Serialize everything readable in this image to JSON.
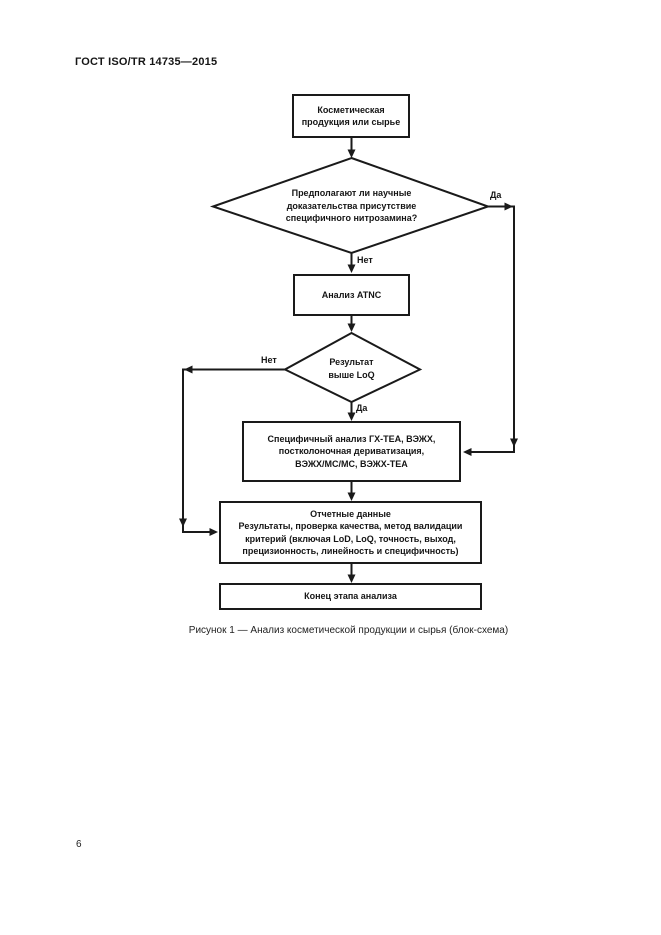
{
  "header": {
    "title": "ГОСТ ISO/TR 14735—2015"
  },
  "flowchart": {
    "type": "flowchart",
    "nodes": [
      {
        "id": "start",
        "type": "process",
        "label": "Косметическая\nпродукция или сырье"
      },
      {
        "id": "decision1",
        "type": "decision",
        "label": "Предполагают ли научные\nдоказательства присутствие\nспецифичного нитрозамина?"
      },
      {
        "id": "analysis_atnc",
        "type": "process",
        "label": "Анализ ATNC"
      },
      {
        "id": "decision2",
        "type": "decision",
        "label": "Результат\nвыше LoQ"
      },
      {
        "id": "specific_analysis",
        "type": "process",
        "label": "Специфичный анализ ГХ-ТЕА, ВЭЖХ,\nпостколоночная дериватизация,\nВЭЖХ/МС/МС, ВЭЖХ-ТЕА"
      },
      {
        "id": "report_data",
        "type": "process",
        "label": "Отчетные данные\nРезультаты, проверка качества, метод валидации\nкритерий (включая LoD, LoQ, точность, выход,\nпрецизионность, линейность и специфичность)"
      },
      {
        "id": "end",
        "type": "process",
        "label": "Конец этапа анализа"
      }
    ],
    "edges": [
      {
        "from": "start",
        "to": "decision1",
        "label": ""
      },
      {
        "from": "decision1",
        "to": "analysis_atnc",
        "label": "Нет"
      },
      {
        "from": "decision1",
        "to": "specific_analysis",
        "label": "Да"
      },
      {
        "from": "analysis_atnc",
        "to": "decision2",
        "label": ""
      },
      {
        "from": "decision2",
        "to": "specific_analysis",
        "label": "Да"
      },
      {
        "from": "decision2",
        "to": "report_data",
        "label": "Нет"
      },
      {
        "from": "specific_analysis",
        "to": "report_data",
        "label": ""
      },
      {
        "from": "report_data",
        "to": "end",
        "label": ""
      }
    ]
  },
  "caption": "Рисунок 1 — Анализ косметической продукции и сырья (блок-схема)",
  "page_number": "6"
}
